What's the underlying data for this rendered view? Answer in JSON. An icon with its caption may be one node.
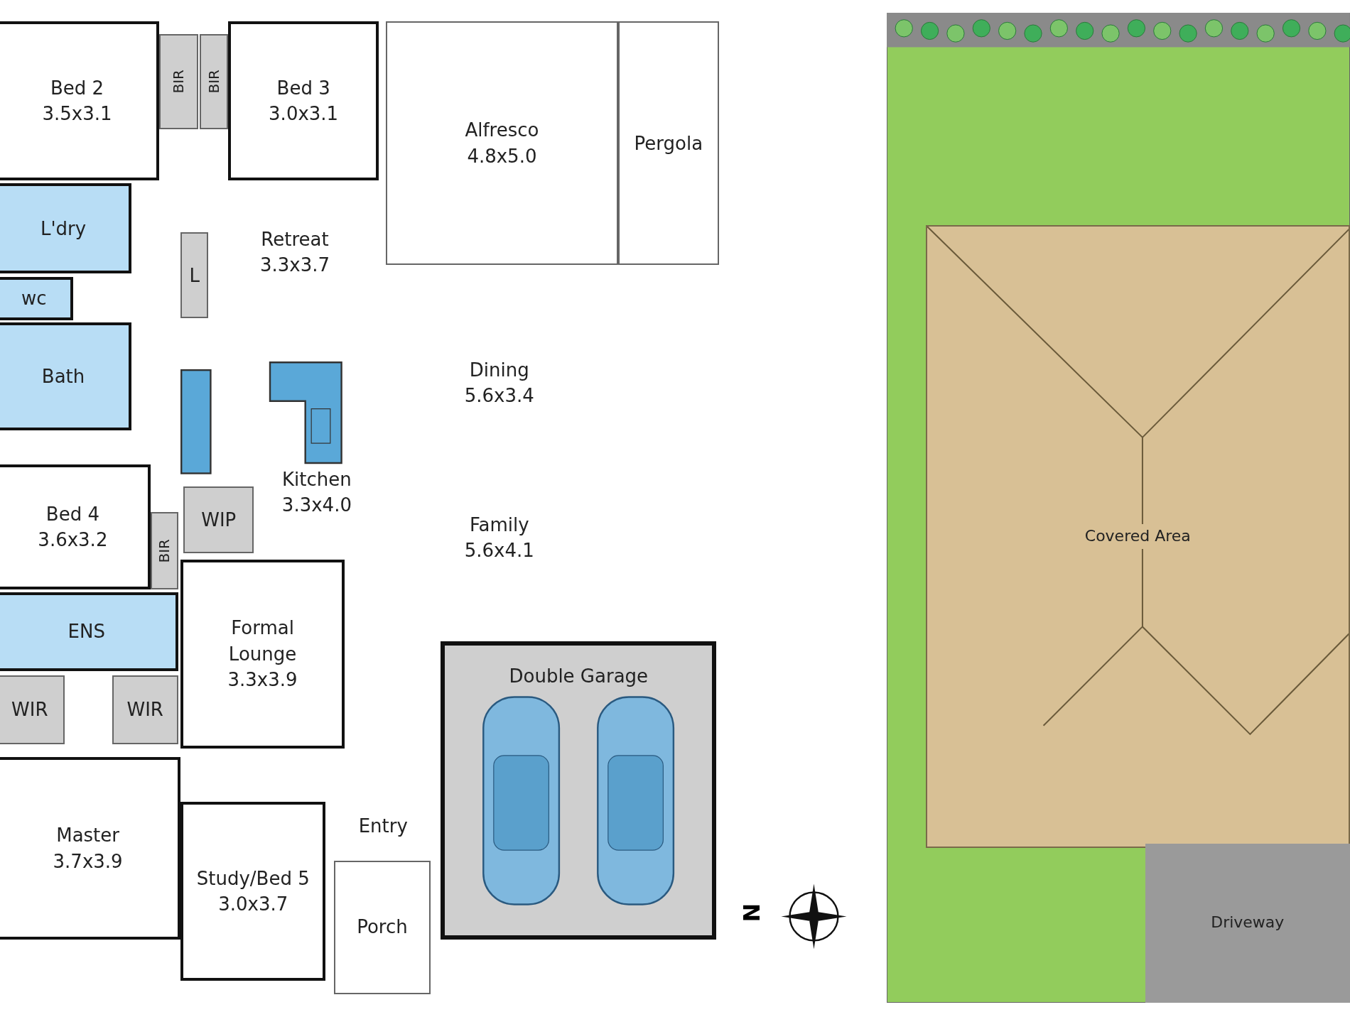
{
  "diagram": {
    "nodes": [
      {
        "text": [
          "Bed 2",
          "3.5x3.1"
        ]
      },
      {
        "text": [
          "BIR"
        ]
      },
      {
        "text": [
          "BIR"
        ]
      },
      {
        "text": [
          "Bed 3",
          "3.0x3.1"
        ]
      },
      {
        "text": [
          "Alfresco",
          "4.8x5.0"
        ]
      },
      {
        "text": [
          "Pergola"
        ]
      },
      {
        "text": [
          "L'dry"
        ]
      },
      {
        "text": [
          "Retreat",
          "3.3x3.7"
        ]
      },
      {
        "text": [
          "L"
        ]
      },
      {
        "text": [
          "wc"
        ]
      },
      {
        "text": [
          "Bath"
        ]
      },
      {
        "text": [
          "Dining",
          "5.6x3.4"
        ]
      },
      {
        "text": [
          "Kitchen",
          "3.3x4.0"
        ]
      },
      {
        "text": [
          "Bed 4",
          "3.6x3.2"
        ]
      },
      {
        "text": [
          "WIP"
        ]
      },
      {
        "text": [
          "Family",
          "5.6x4.1"
        ]
      },
      {
        "text": [
          "BIR"
        ]
      },
      {
        "text": [
          "ENS"
        ]
      },
      {
        "text": [
          "Formal Lounge",
          "3.3x3.9"
        ]
      },
      {
        "text": [
          "Double Garage"
        ]
      },
      {
        "text": [
          "WIR"
        ]
      },
      {
        "text": [
          "WIR"
        ]
      },
      {
        "text": [
          "Entry"
        ]
      },
      {
        "text": [
          "Master",
          "3.7x3.9"
        ]
      },
      {
        "text": [
          "Study/Bed 5",
          "3.0x3.7"
        ]
      },
      {
        "text": [
          "Porch"
        ]
      },
      {
        "text": [
          "Covered Area"
        ]
      },
      {
        "text": [
          "Driveway"
        ]
      }
    ],
    "labels": [
      "N"
    ]
  }
}
